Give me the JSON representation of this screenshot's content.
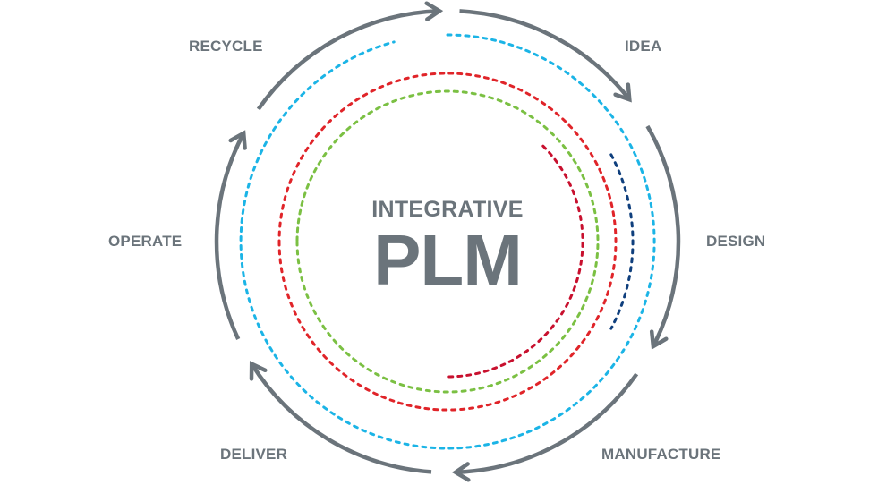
{
  "center": {
    "subtitle": "INTEGRATIVE",
    "title": "PLM"
  },
  "stages": [
    {
      "id": "idea",
      "label": "IDEA"
    },
    {
      "id": "design",
      "label": "DESIGN"
    },
    {
      "id": "manufacture",
      "label": "MANUFACTURE"
    },
    {
      "id": "deliver",
      "label": "DELIVER"
    },
    {
      "id": "operate",
      "label": "OPERATE"
    },
    {
      "id": "recycle",
      "label": "RECYCLE"
    }
  ],
  "colors": {
    "text": "#6b747b",
    "arrow": "#6b747b",
    "cyan": "#1bb4e6",
    "navy": "#0f3f7d",
    "red": "#e02429",
    "green": "#7bc043",
    "crimson": "#c8102e"
  }
}
